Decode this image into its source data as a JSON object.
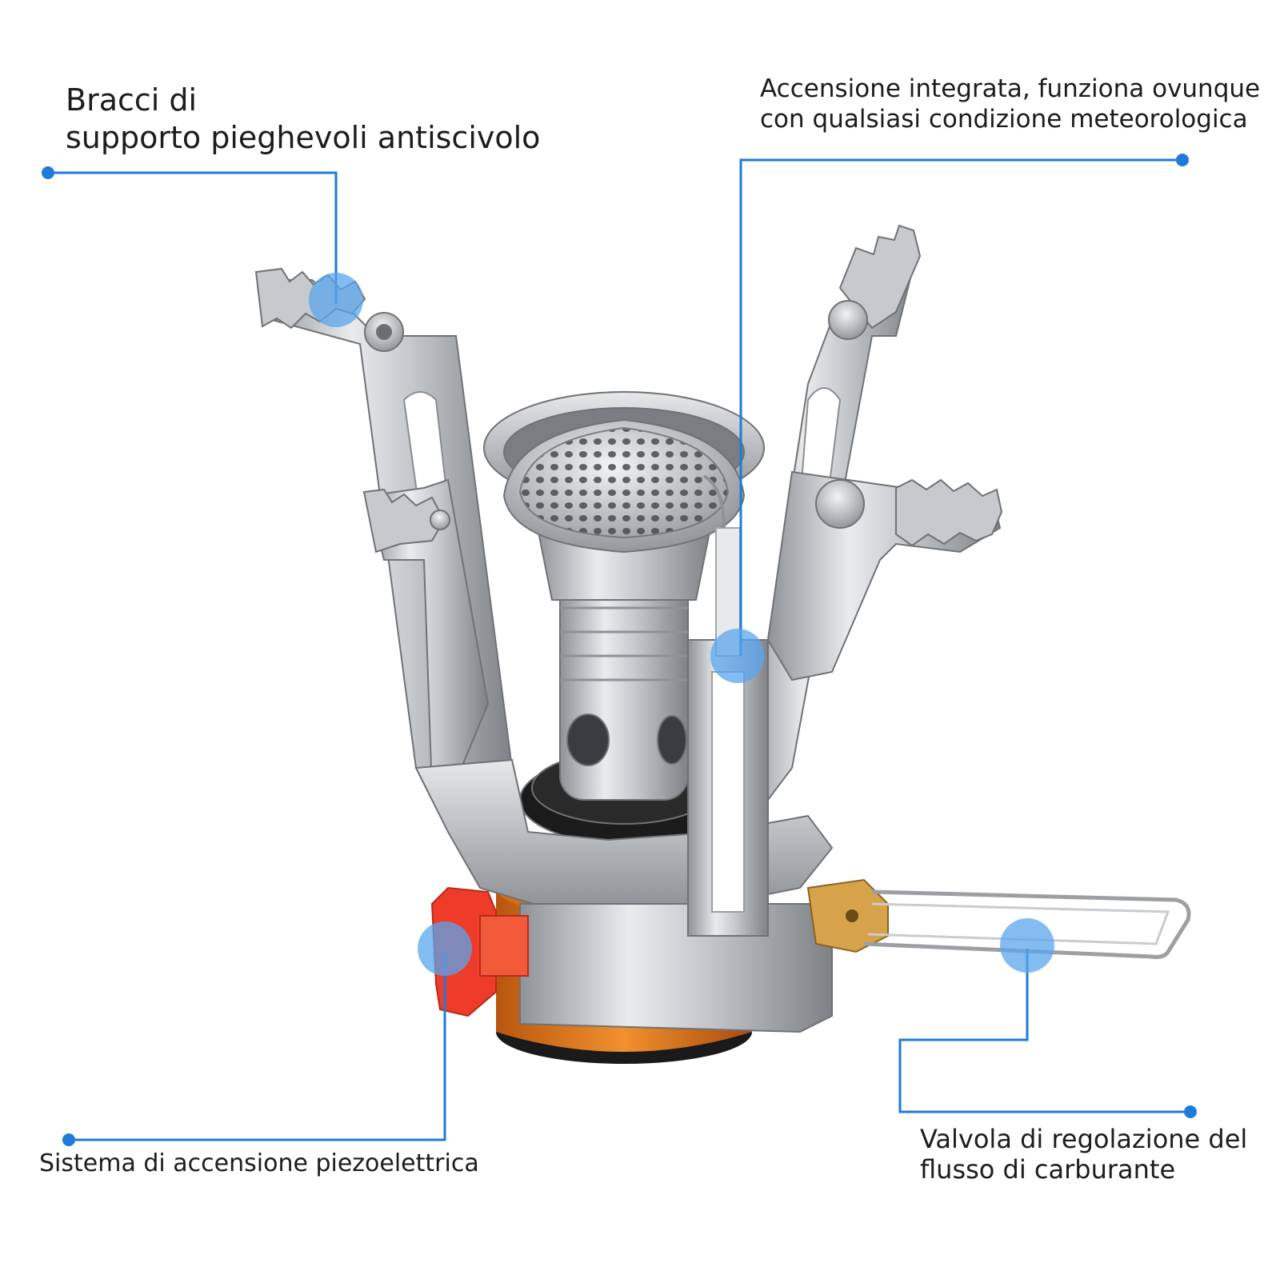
{
  "callouts": {
    "support_arms": "Bracci di\nsupporto pieghevoli antiscivolo",
    "integrated_ignition": "Accensione integrata, funziona ovunque\ncon qualsiasi condizione meteorologica",
    "piezo_system": "Sistema di accensione piezoelettrica",
    "fuel_valve": "Valvola di regolazione del\nflusso di carburante"
  },
  "colors": {
    "leader_line": "#1f7bd8",
    "marker_halo": "#5aa6ec",
    "steel": "#b9bcc0",
    "brass": "#d6a24a",
    "canister_orange": "#e8781f",
    "piezo_red": "#ee3b2a"
  },
  "icons": {
    "main_image": "camping-gas-stove-illustration"
  }
}
